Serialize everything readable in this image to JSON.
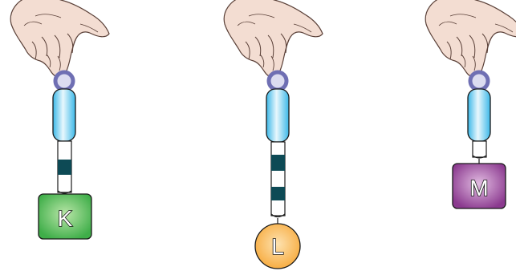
{
  "figure": {
    "assemblies": [
      {
        "label": "K",
        "tag_shape": "rounded-square",
        "tag_color": "#3fae49",
        "band_count": 1
      },
      {
        "label": "L",
        "tag_shape": "circle",
        "tag_color": "#f7a93a",
        "band_count": 2
      },
      {
        "label": "M",
        "tag_shape": "rounded-square",
        "tag_color": "#8b3a8f",
        "band_count": 0
      }
    ],
    "colors": {
      "hand": "#f3ddd2",
      "hand_outline": "#5a4038",
      "ring": "#6f6fb3",
      "cylinder": "#5ec8ee",
      "cylinder_highlight": "#e8f7fd",
      "band": "#0d4a55"
    },
    "icons": [
      "hand-icon",
      "ring-icon"
    ]
  }
}
